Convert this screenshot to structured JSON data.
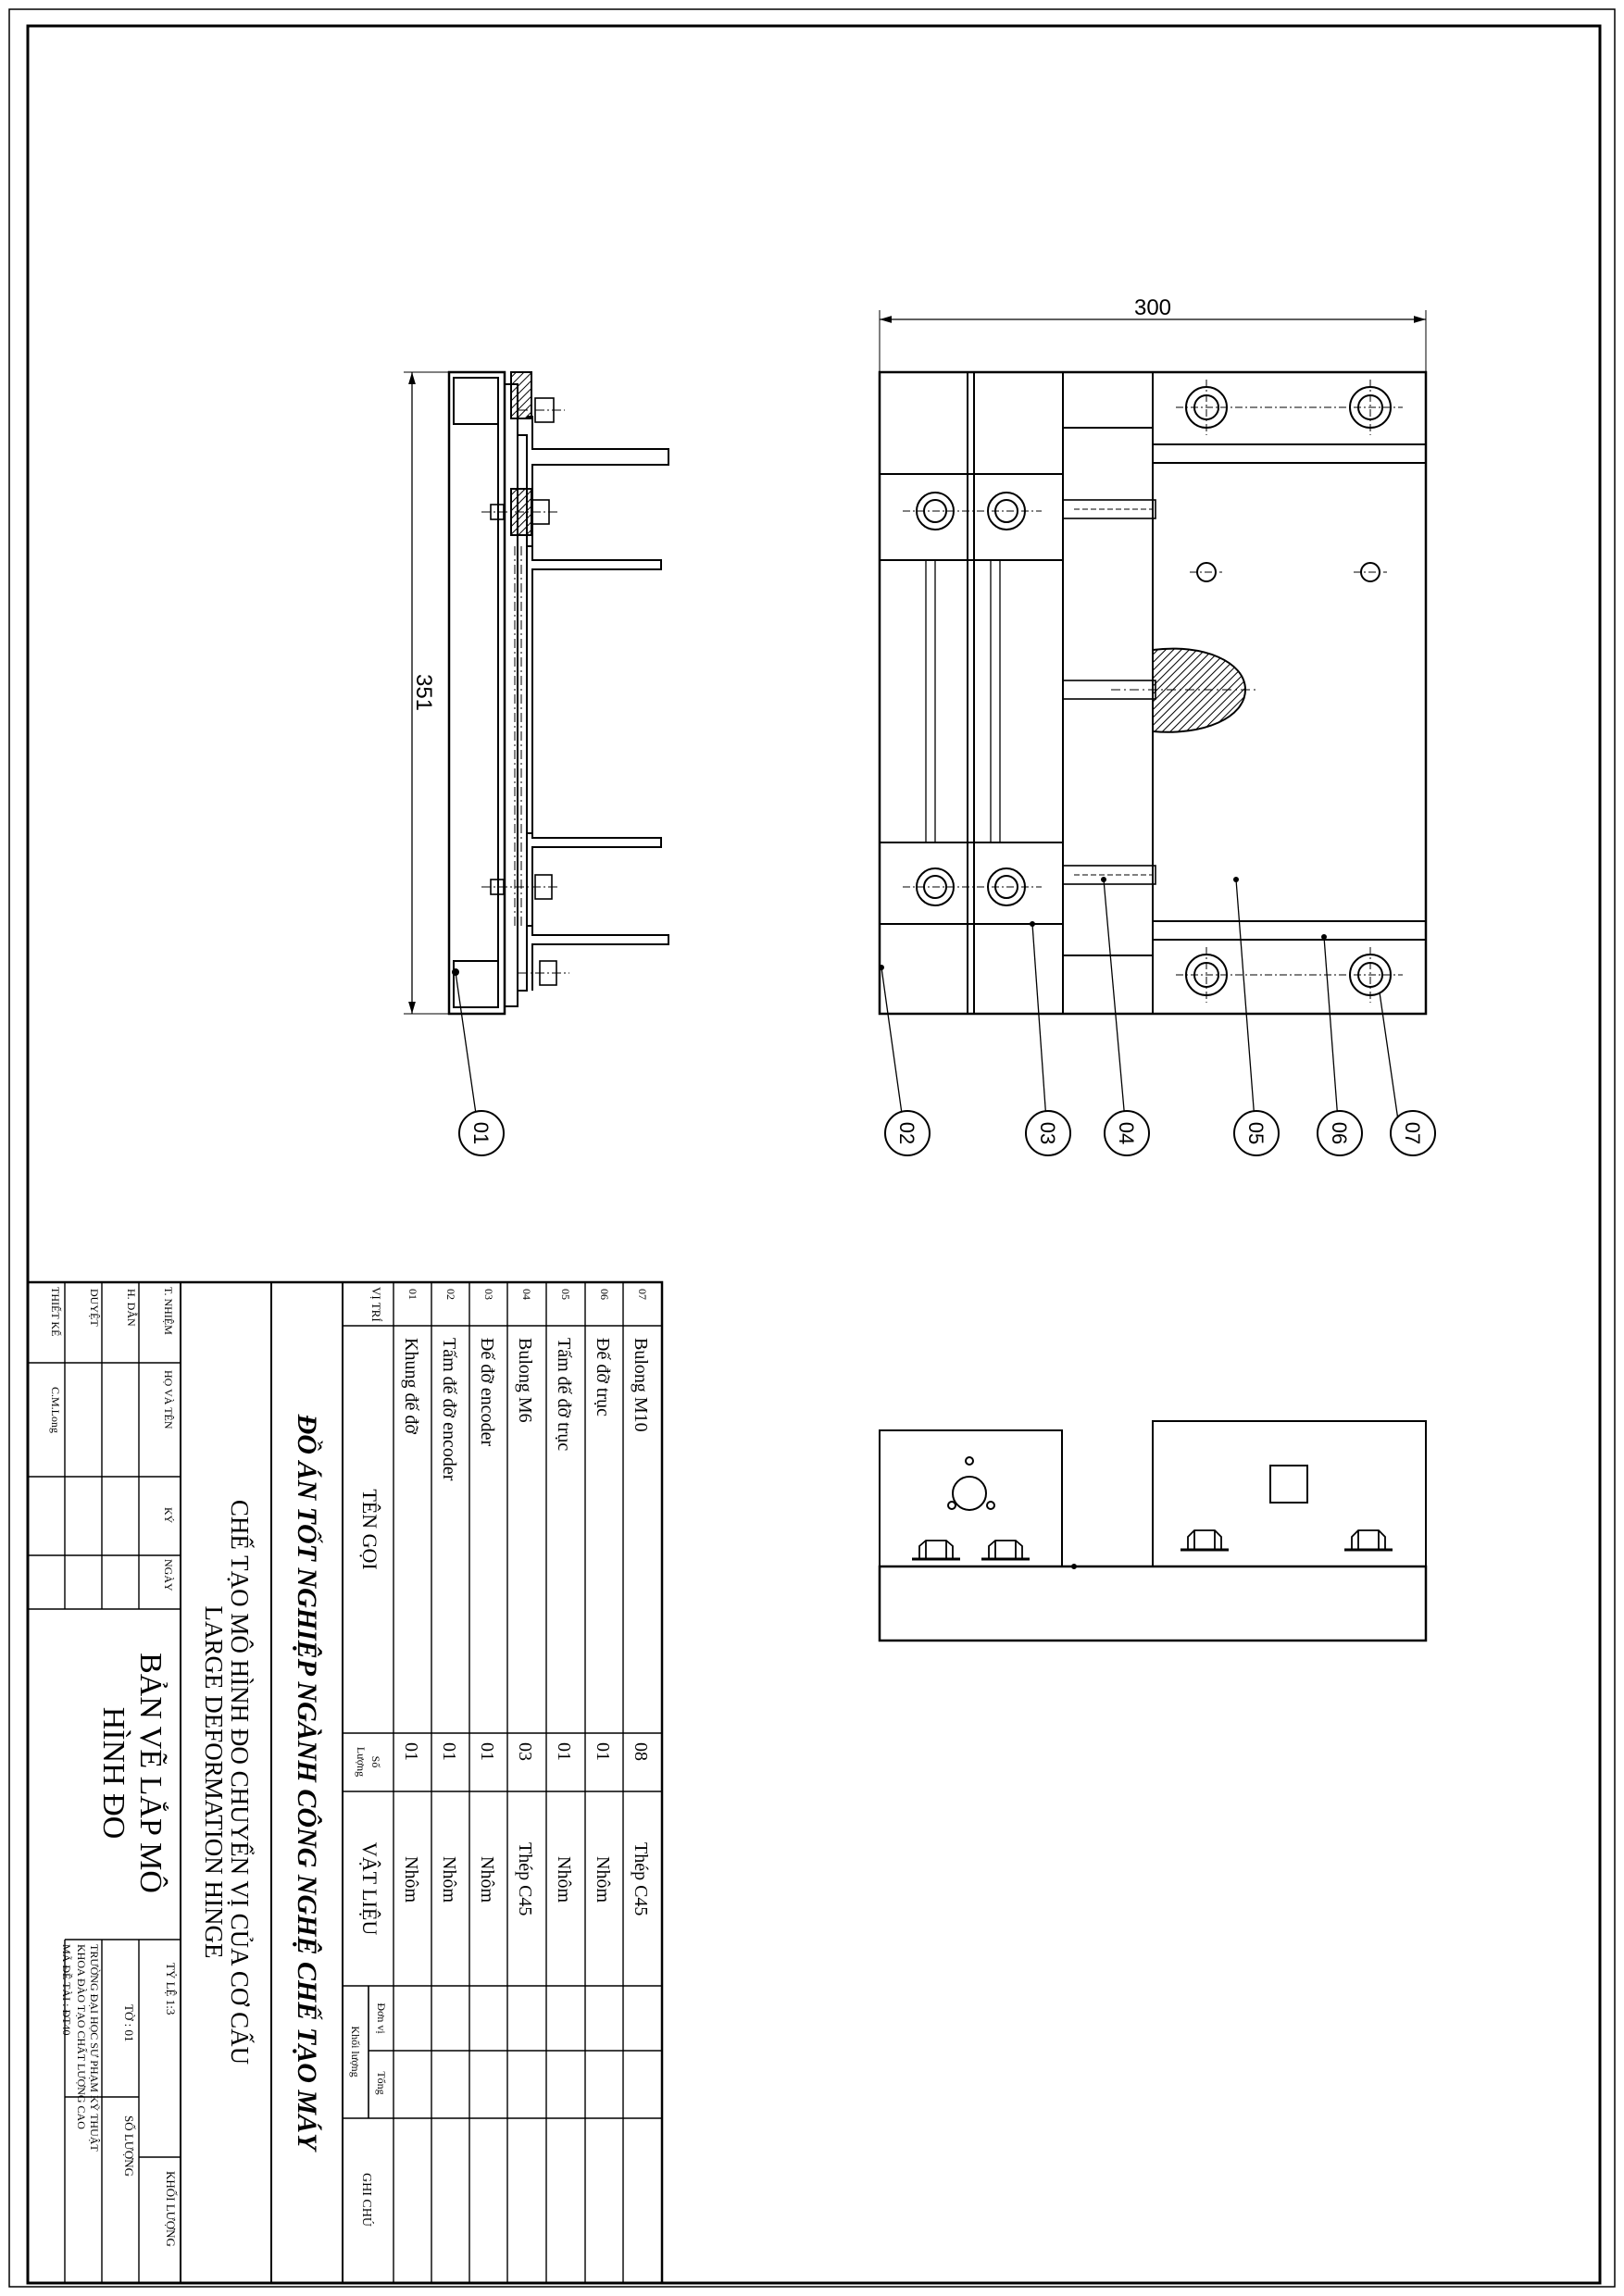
{
  "dimensions": {
    "width": "300",
    "height": "351"
  },
  "callouts": [
    "01",
    "02",
    "03",
    "04",
    "05",
    "06",
    "07"
  ],
  "title_block": {
    "project_title": "ĐỒ ÁN TỐT NGHIỆP NGÀNH CÔNG NGHỆ CHẾ TẠO MÁY",
    "subtitle_vi": "CHẾ TẠO MÔ HÌNH ĐO CHUYỂN VỊ CỦA CƠ CẤU",
    "subtitle_en": "LARGE DEFORMATION HINGE",
    "drawing_name_1": "BẢN VẼ LẮP MÔ",
    "drawing_name_2": "HÌNH ĐO",
    "headers": {
      "position": "VỊ TRÍ",
      "name": "TÊN GỌI",
      "qty_1": "Số",
      "qty_2": "Lượng",
      "material": "VẬT LIỆU",
      "unit": "Đơn vị",
      "total": "Tổng",
      "mass": "Khối lượng",
      "note": "GHI CHÚ"
    },
    "parts": [
      {
        "pos": "07",
        "name": "Bulong M10",
        "qty": "08",
        "material": "Thép C45"
      },
      {
        "pos": "06",
        "name": "Đế đỡ trục",
        "qty": "01",
        "material": "Nhôm"
      },
      {
        "pos": "05",
        "name": "Tấm đế đỡ trục",
        "qty": "01",
        "material": "Nhôm"
      },
      {
        "pos": "04",
        "name": "Bulong M6",
        "qty": "03",
        "material": "Thép C45"
      },
      {
        "pos": "03",
        "name": "Đế đỡ encoder",
        "qty": "01",
        "material": "Nhôm"
      },
      {
        "pos": "02",
        "name": "Tấm đế đỡ encoder",
        "qty": "01",
        "material": "Nhôm"
      },
      {
        "pos": "01",
        "name": "Khung đế đỡ",
        "qty": "01",
        "material": "Nhôm"
      }
    ],
    "roles": {
      "header_role": "T. NHIỆM",
      "header_name": "HỌ VÀ TÊN",
      "header_sign": "KÝ",
      "header_date": "NGÀY",
      "guide": "H. DẪN",
      "approve": "DUYỆT",
      "designer": "THIẾT KẾ",
      "designer_name": "C.M.Long"
    },
    "info": {
      "mass": "KHỐI LƯỢNG",
      "scale": "TỶ LỆ 1:3",
      "count": "SỐ LƯỢNG",
      "sheet": "TỜ : 01",
      "school": "TRƯỜNG ĐẠI HỌC SƯ PHẠM KỸ THUẬT",
      "faculty": "KHOA ĐÀO TẠO CHẤT LƯỢNG CAO",
      "code": "MÃ ĐỀ TÀI : ĐT40"
    }
  }
}
